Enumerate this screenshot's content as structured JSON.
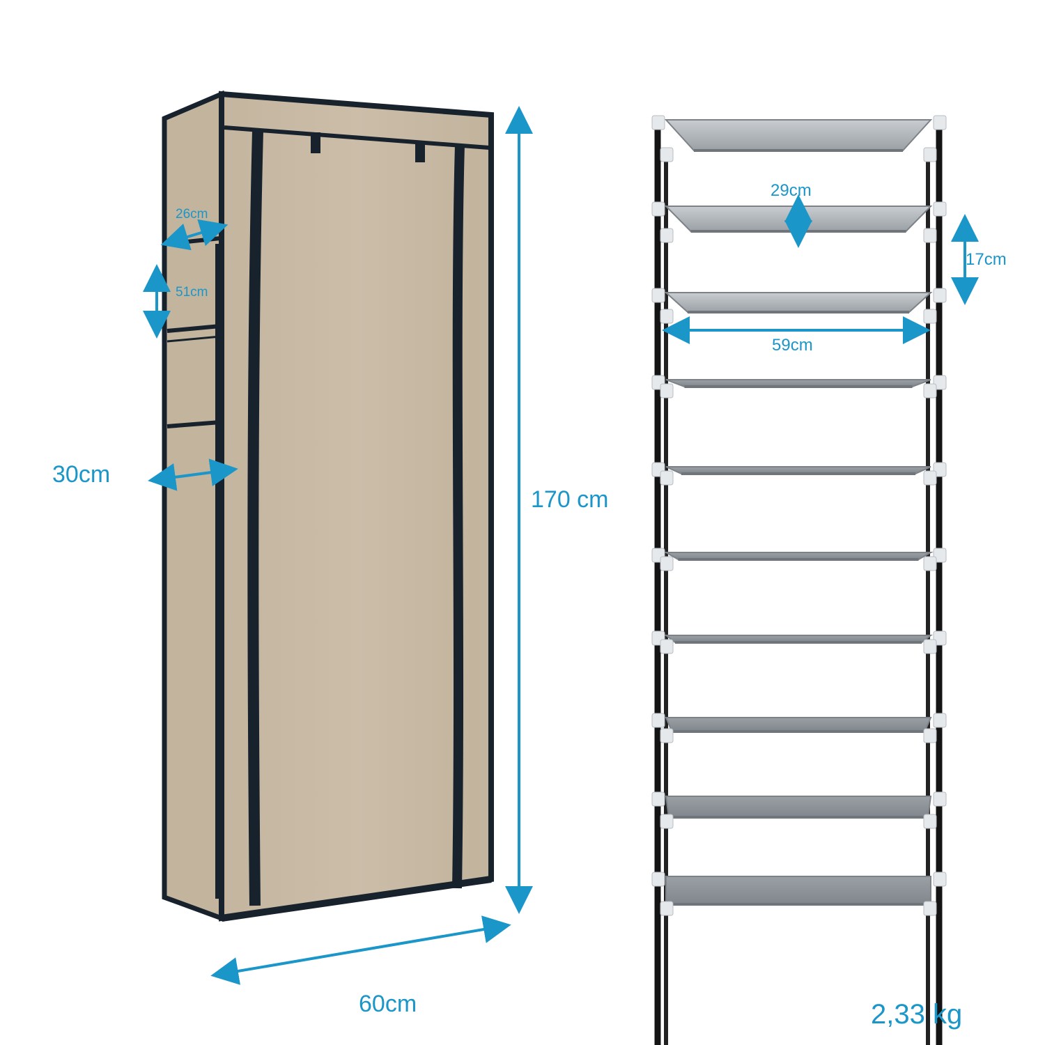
{
  "colors": {
    "accent": "#1b96c8",
    "fabric": "#c8b9a3",
    "fabric_side": "#c3b49e",
    "trim": "#17222d",
    "shelf": "#8e9499",
    "shelf_light": "#b7bcc0",
    "pole": "#141414",
    "connector": "#e6e9ec"
  },
  "left_product": {
    "name": "covered shoe cabinet",
    "dimensions": {
      "pocket_width": "26cm",
      "pocket_height": "51cm",
      "depth": "30cm",
      "height": "170 cm",
      "width": "60cm"
    }
  },
  "right_product": {
    "name": "shoe rack frame",
    "shelf_count": 10,
    "dimensions": {
      "shelf_depth": "29cm",
      "shelf_spacing": "17cm",
      "shelf_width": "59cm"
    },
    "weight": "2,33 kg"
  }
}
